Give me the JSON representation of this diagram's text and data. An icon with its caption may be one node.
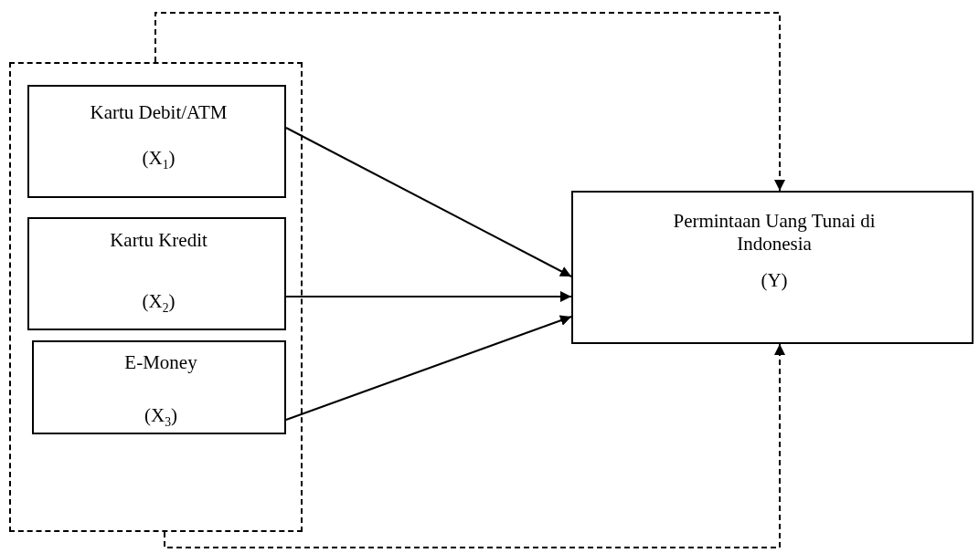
{
  "diagram": {
    "nodes": [
      {
        "text": [],
        "shape": "box"
      },
      {
        "text": [
          "Kartu Debit/ATM",
          "(X$_{1}$)"
        ],
        "in": 0
      },
      {
        "text": [
          "Kartu Kredit",
          "(X$_{2}$)"
        ],
        "in": 0
      },
      {
        "text": [
          "E-Money",
          "(X$_{3}$)"
        ],
        "in": 0
      },
      {
        "text": [
          "Permintaan Uang Tunai di Indonesia",
          "(Y)"
        ]
      }
    ],
    "edges": [
      {
        "from": 1,
        "to": 4,
        "arrow": "to"
      },
      {
        "from": 2,
        "to": 4,
        "arrow": "to"
      },
      {
        "from": 3,
        "to": 4,
        "arrow": "to"
      },
      {
        "from": 0,
        "to": 4,
        "arrow": "to",
        "style": "dashed"
      },
      {
        "from": 0,
        "to": 4,
        "arrow": "to",
        "style": "dashed"
      }
    ]
  }
}
